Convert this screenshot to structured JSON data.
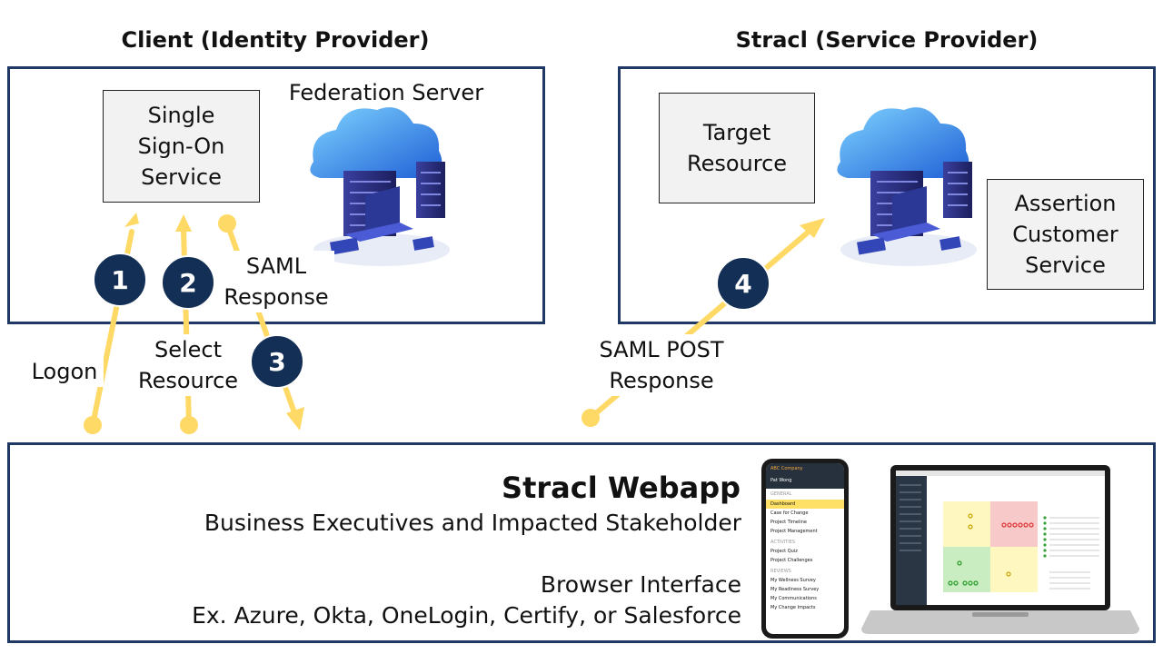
{
  "headings": {
    "identity_provider": "Client (Identity Provider)",
    "service_provider": "Stracl (Service Provider)"
  },
  "identity_provider": {
    "sso_service": "Single\nSign-On\nService",
    "federation_server": "Federation Server"
  },
  "service_provider": {
    "target_resource": "Target\nResource",
    "assertion_service": "Assertion\nCustomer\nService"
  },
  "steps": [
    {
      "number": "1",
      "label": "Logon"
    },
    {
      "number": "2",
      "label": "Select\nResource"
    },
    {
      "number": "3",
      "label": "SAML\nResponse"
    },
    {
      "number": "4",
      "label": "SAML POST\nResponse"
    }
  ],
  "webapp": {
    "title": "Stracl Webapp",
    "audience": "Business Executives and Impacted Stakeholder",
    "interface": "Browser Interface",
    "providers": "Ex. Azure, Okta, OneLogin, Certify, or Salesforce"
  },
  "phone": {
    "company": "ABC Company",
    "user": "Pat Wong",
    "menu_section_1": "GENERAL",
    "menu_items_1": [
      "Dashboard",
      "Case for Change",
      "Project Timeline",
      "Project Management"
    ],
    "menu_section_2": "ACTIVITIES",
    "menu_items_2": [
      "Project Quiz",
      "Project Challenges"
    ],
    "menu_section_3": "REVIEWS",
    "menu_items_3": [
      "My Wellness Survey",
      "My Readiness Survey",
      "My Communications",
      "My Change Impacts"
    ]
  },
  "colors": {
    "frame": "#1f3864",
    "badge": "#142f55",
    "arrow": "#ffd966",
    "box_fill": "#f2f2f2"
  }
}
